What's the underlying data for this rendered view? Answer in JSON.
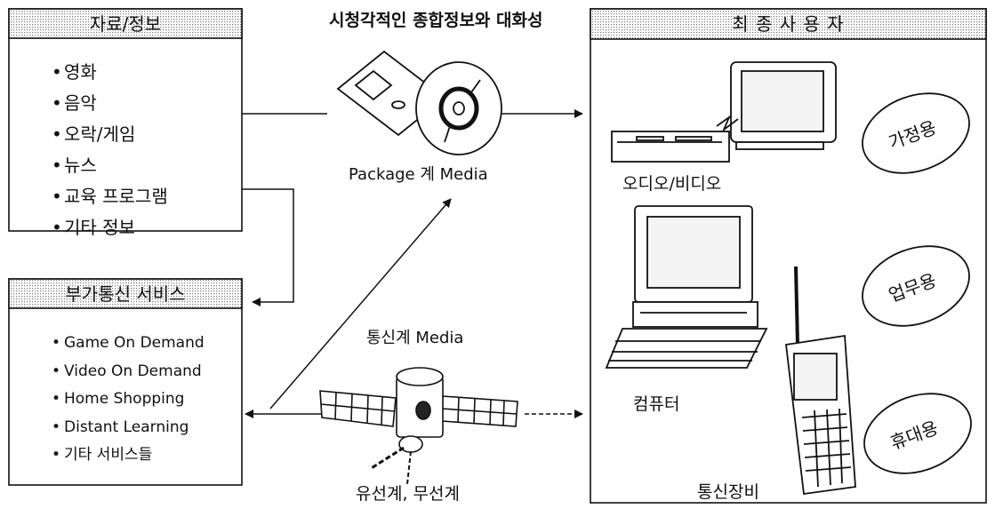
{
  "title": "시청각적인 종합정보와 대화성",
  "sources": {
    "info_box": {
      "header": "자료/정보",
      "items": [
        "영화",
        "음악",
        "오락/게임",
        "뉴스",
        "교육 프로그램",
        "기타 정보"
      ]
    },
    "service_box": {
      "header": "부가통신 서비스",
      "items": [
        "Game On Demand",
        "Video On Demand",
        "Home Shopping",
        "Distant Learning",
        "기타 서비스들"
      ]
    }
  },
  "media": {
    "package_label": "Package 계 Media",
    "telecom_label": "통신계 Media",
    "wired_wireless_label": "유선계, 무선계"
  },
  "end_user": {
    "header": "최 종 사 용 자",
    "devices": {
      "audio_video": "오디오/비디오",
      "computer": "컴퓨터",
      "comm_device": "통신장비"
    },
    "uses": {
      "home": "가정용",
      "business": "업무용",
      "portable": "휴대용"
    }
  }
}
